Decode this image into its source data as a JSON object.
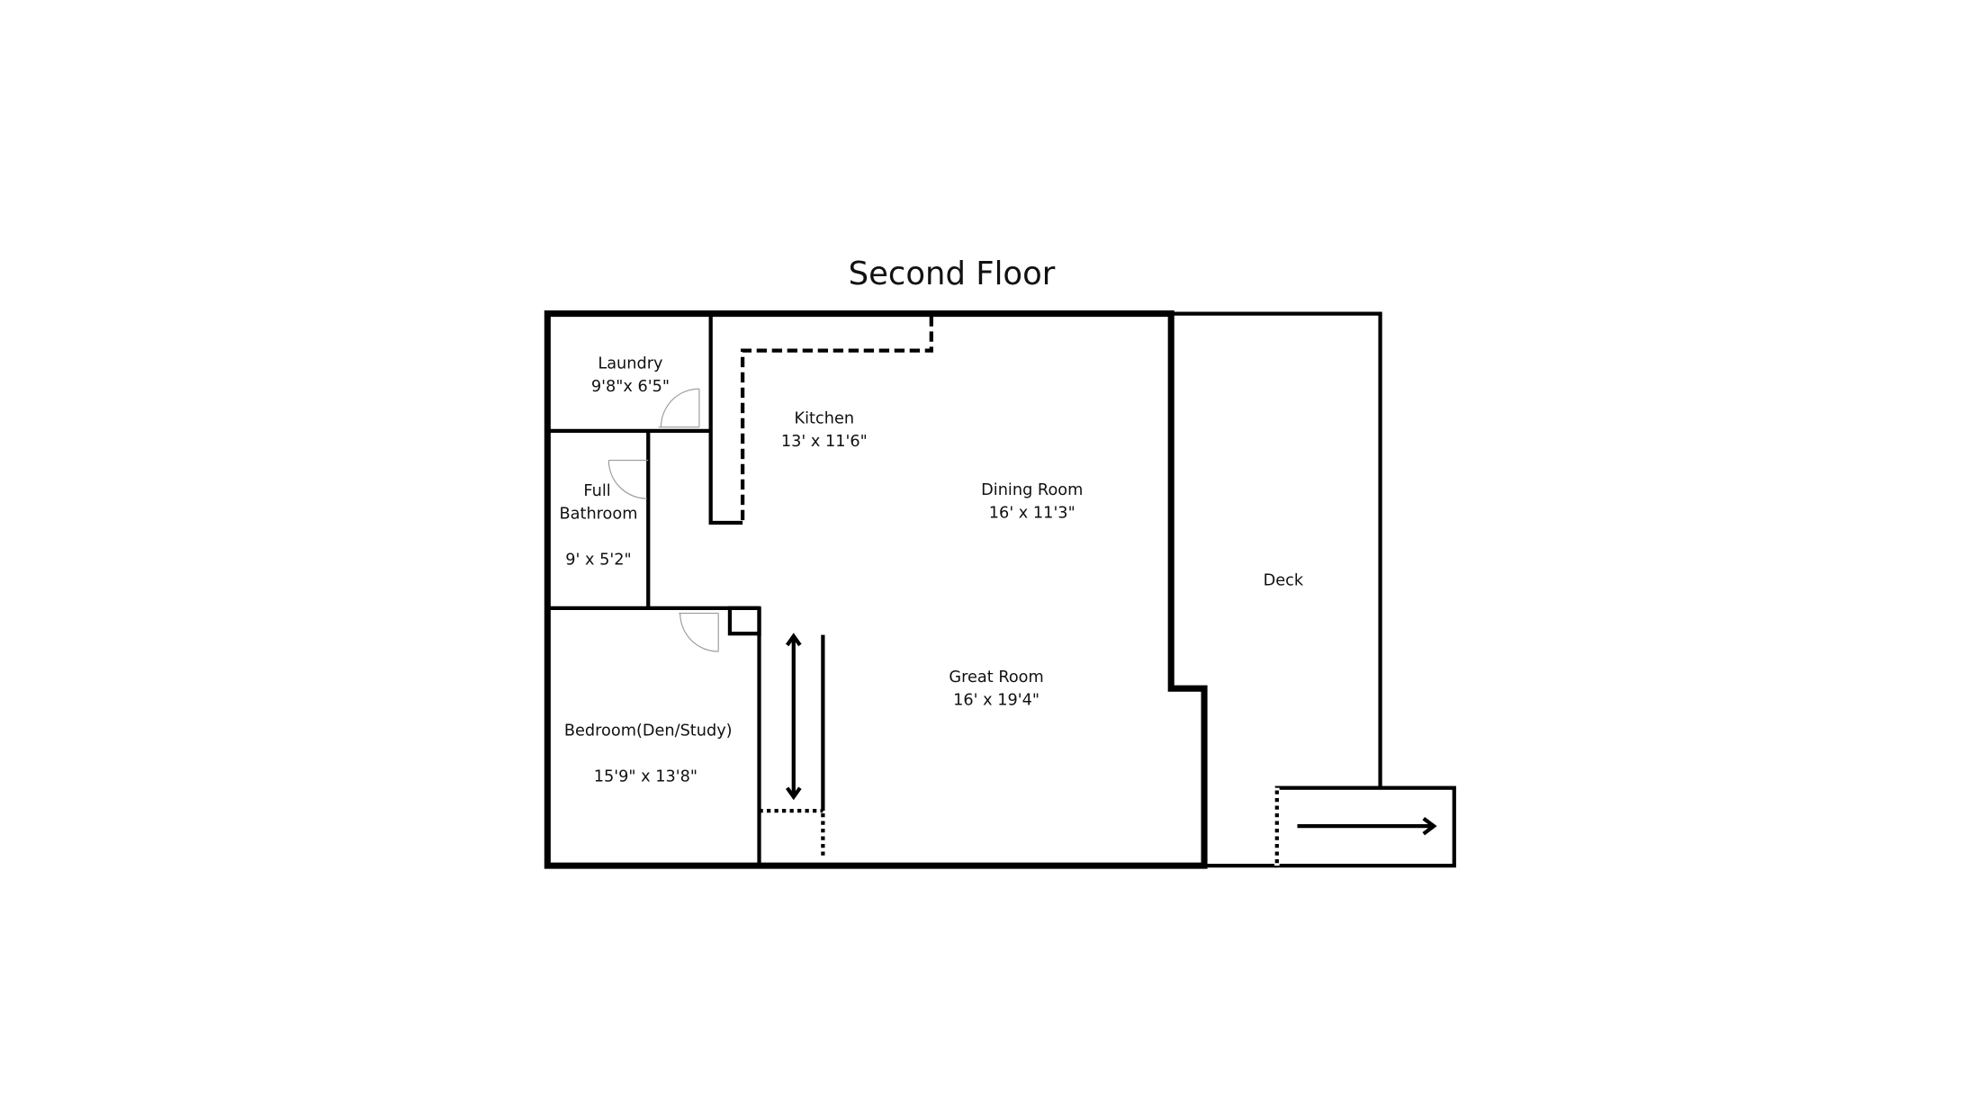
{
  "title": "Second Floor",
  "colors": {
    "wall": "#000000",
    "background": "#ffffff",
    "door": "#999999"
  },
  "rooms": {
    "laundry": {
      "name": "Laundry",
      "size": "9'8\"x 6'5\""
    },
    "kitchen": {
      "name": "Kitchen",
      "size": "13' x 11'6\""
    },
    "dining": {
      "name": "Dining Room",
      "size": "16' x 11'3\""
    },
    "bathroom": {
      "name_line1": "Full",
      "name_line2": "Bathroom",
      "size": "9' x 5'2\""
    },
    "great": {
      "name": "Great Room",
      "size": "16' x 19'4\""
    },
    "bedroom": {
      "name": "Bedroom(Den/Study)",
      "size": "15'9\" x 13'8\""
    },
    "deck": {
      "name": "Deck"
    }
  }
}
